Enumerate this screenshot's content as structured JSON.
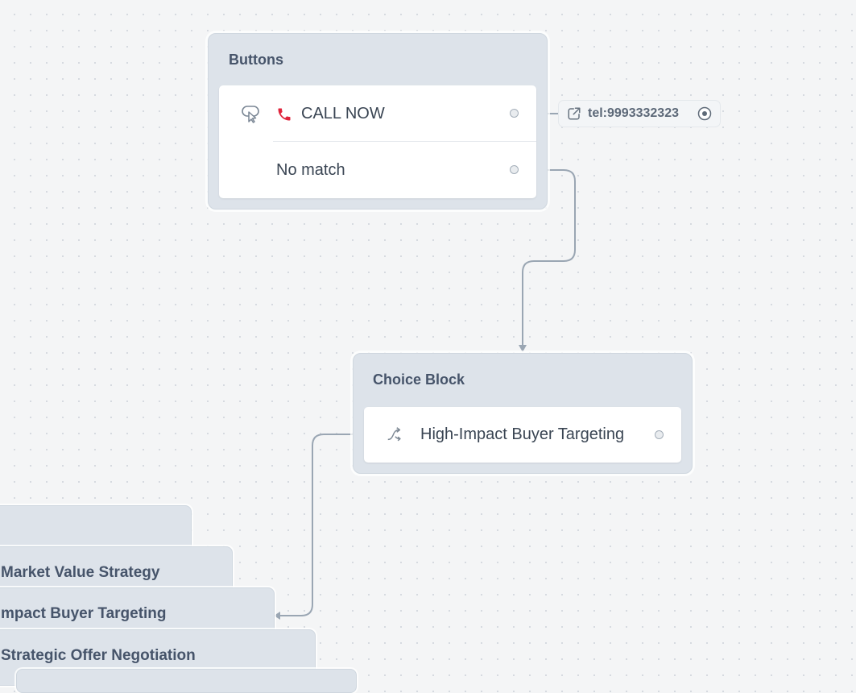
{
  "buttons_block": {
    "title": "Buttons",
    "rows": [
      {
        "label": "CALL NOW",
        "icon": "phone-icon"
      },
      {
        "label": "No match"
      }
    ],
    "action_chip": {
      "text": "tel:9993332323",
      "icon": "external-link-icon"
    }
  },
  "choice_block": {
    "title": "Choice Block",
    "rows": [
      {
        "label": "High-Impact Buyer Targeting",
        "icon": "shuffle-icon"
      }
    ]
  },
  "stacked_blocks": [
    {
      "label": ""
    },
    {
      "label": "Market Value Strategy"
    },
    {
      "label": "mpact Buyer Targeting"
    },
    {
      "label": "Strategic Offer Negotiation"
    }
  ],
  "colors": {
    "phone_icon": "#e0243c",
    "edge": "#9aa6b3",
    "canvas": "#f4f5f6"
  }
}
